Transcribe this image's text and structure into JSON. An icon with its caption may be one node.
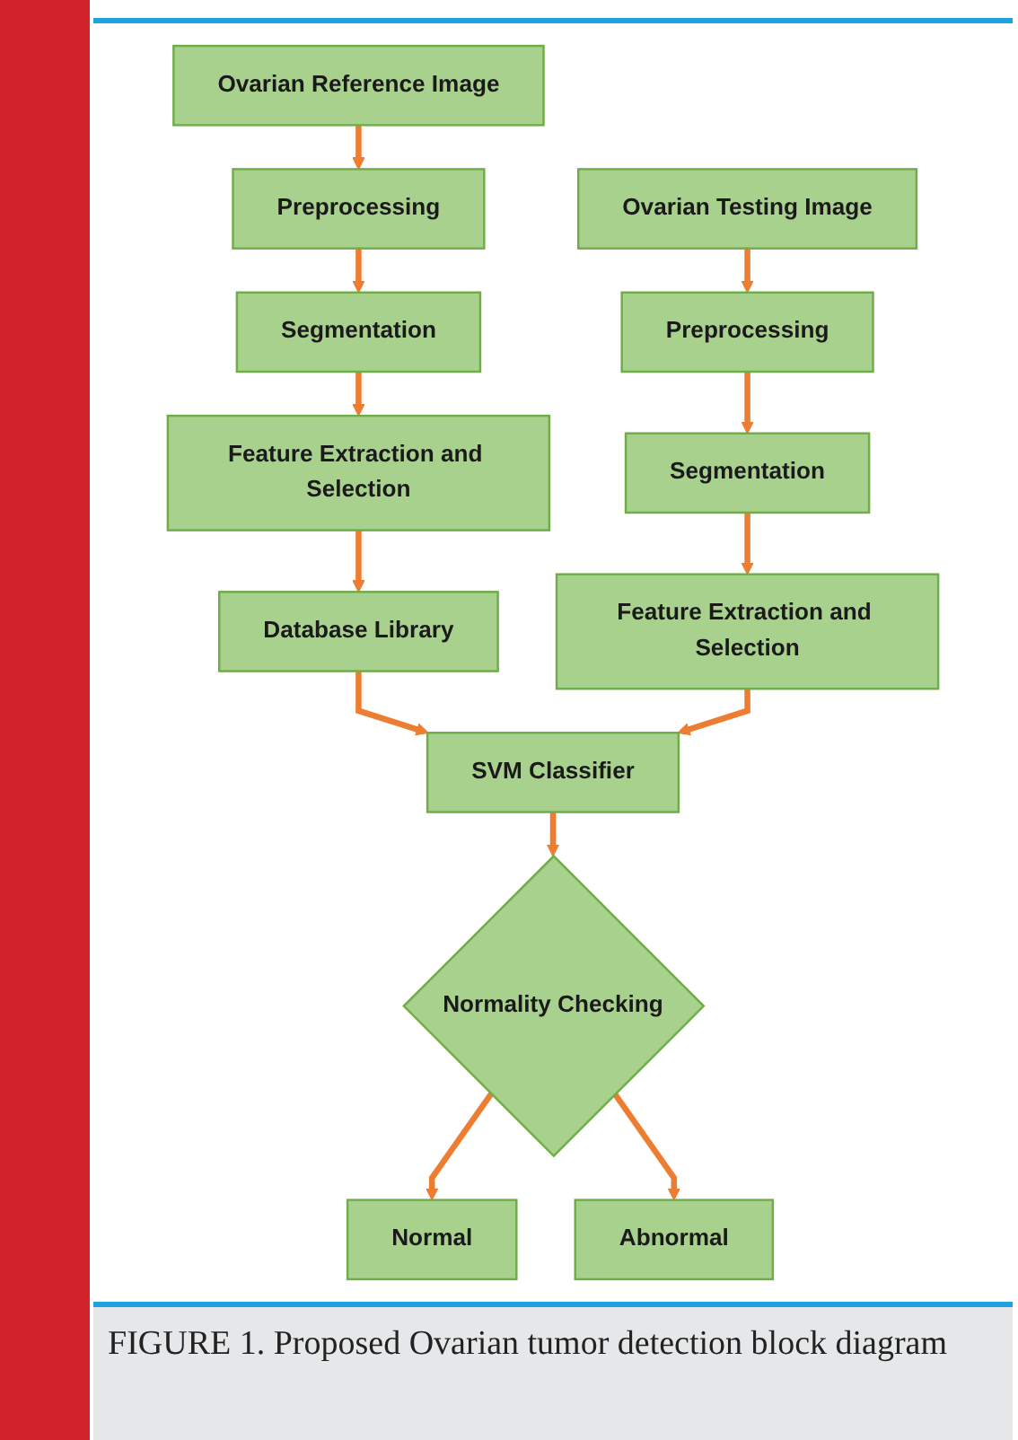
{
  "diagram": {
    "caption": "FIGURE 1.  Proposed Ovarian tumor detection block diagram",
    "nodes": [
      {
        "text": [
          "Ovarian Reference Image"
        ]
      },
      {
        "text": [
          "Preprocessing"
        ]
      },
      {
        "text": [
          "Segmentation"
        ]
      },
      {
        "text": [
          "Feature Extraction and Selection"
        ]
      },
      {
        "text": [
          "Database Library"
        ]
      },
      {
        "text": [
          "Ovarian Testing Image"
        ]
      },
      {
        "text": [
          "Preprocessing"
        ]
      },
      {
        "text": [
          "Segmentation"
        ]
      },
      {
        "text": [
          "Feature Extraction and Selection"
        ]
      },
      {
        "text": [
          "SVM Classifier"
        ]
      },
      {
        "text": [
          "Normality Checking"
        ]
      },
      {
        "text": [
          "Normal"
        ]
      },
      {
        "text": [
          "Abnormal"
        ]
      }
    ],
    "edges": [
      {
        "from": 0,
        "to": 1,
        "arrow": "to"
      },
      {
        "from": 1,
        "to": 2,
        "arrow": "to"
      },
      {
        "from": 2,
        "to": 3,
        "arrow": "to"
      },
      {
        "from": 3,
        "to": 4,
        "arrow": "to"
      },
      {
        "from": 4,
        "to": 9,
        "arrow": "to"
      },
      {
        "from": 5,
        "to": 6,
        "arrow": "to"
      },
      {
        "from": 6,
        "to": 7,
        "arrow": "to"
      },
      {
        "from": 7,
        "to": 8,
        "arrow": "to"
      },
      {
        "from": 8,
        "to": 9,
        "arrow": "to"
      },
      {
        "from": 9,
        "to": 10,
        "arrow": "to"
      },
      {
        "from": 10,
        "to": 11,
        "arrow": "to"
      },
      {
        "from": 10,
        "to": 12,
        "arrow": "to"
      }
    ]
  }
}
